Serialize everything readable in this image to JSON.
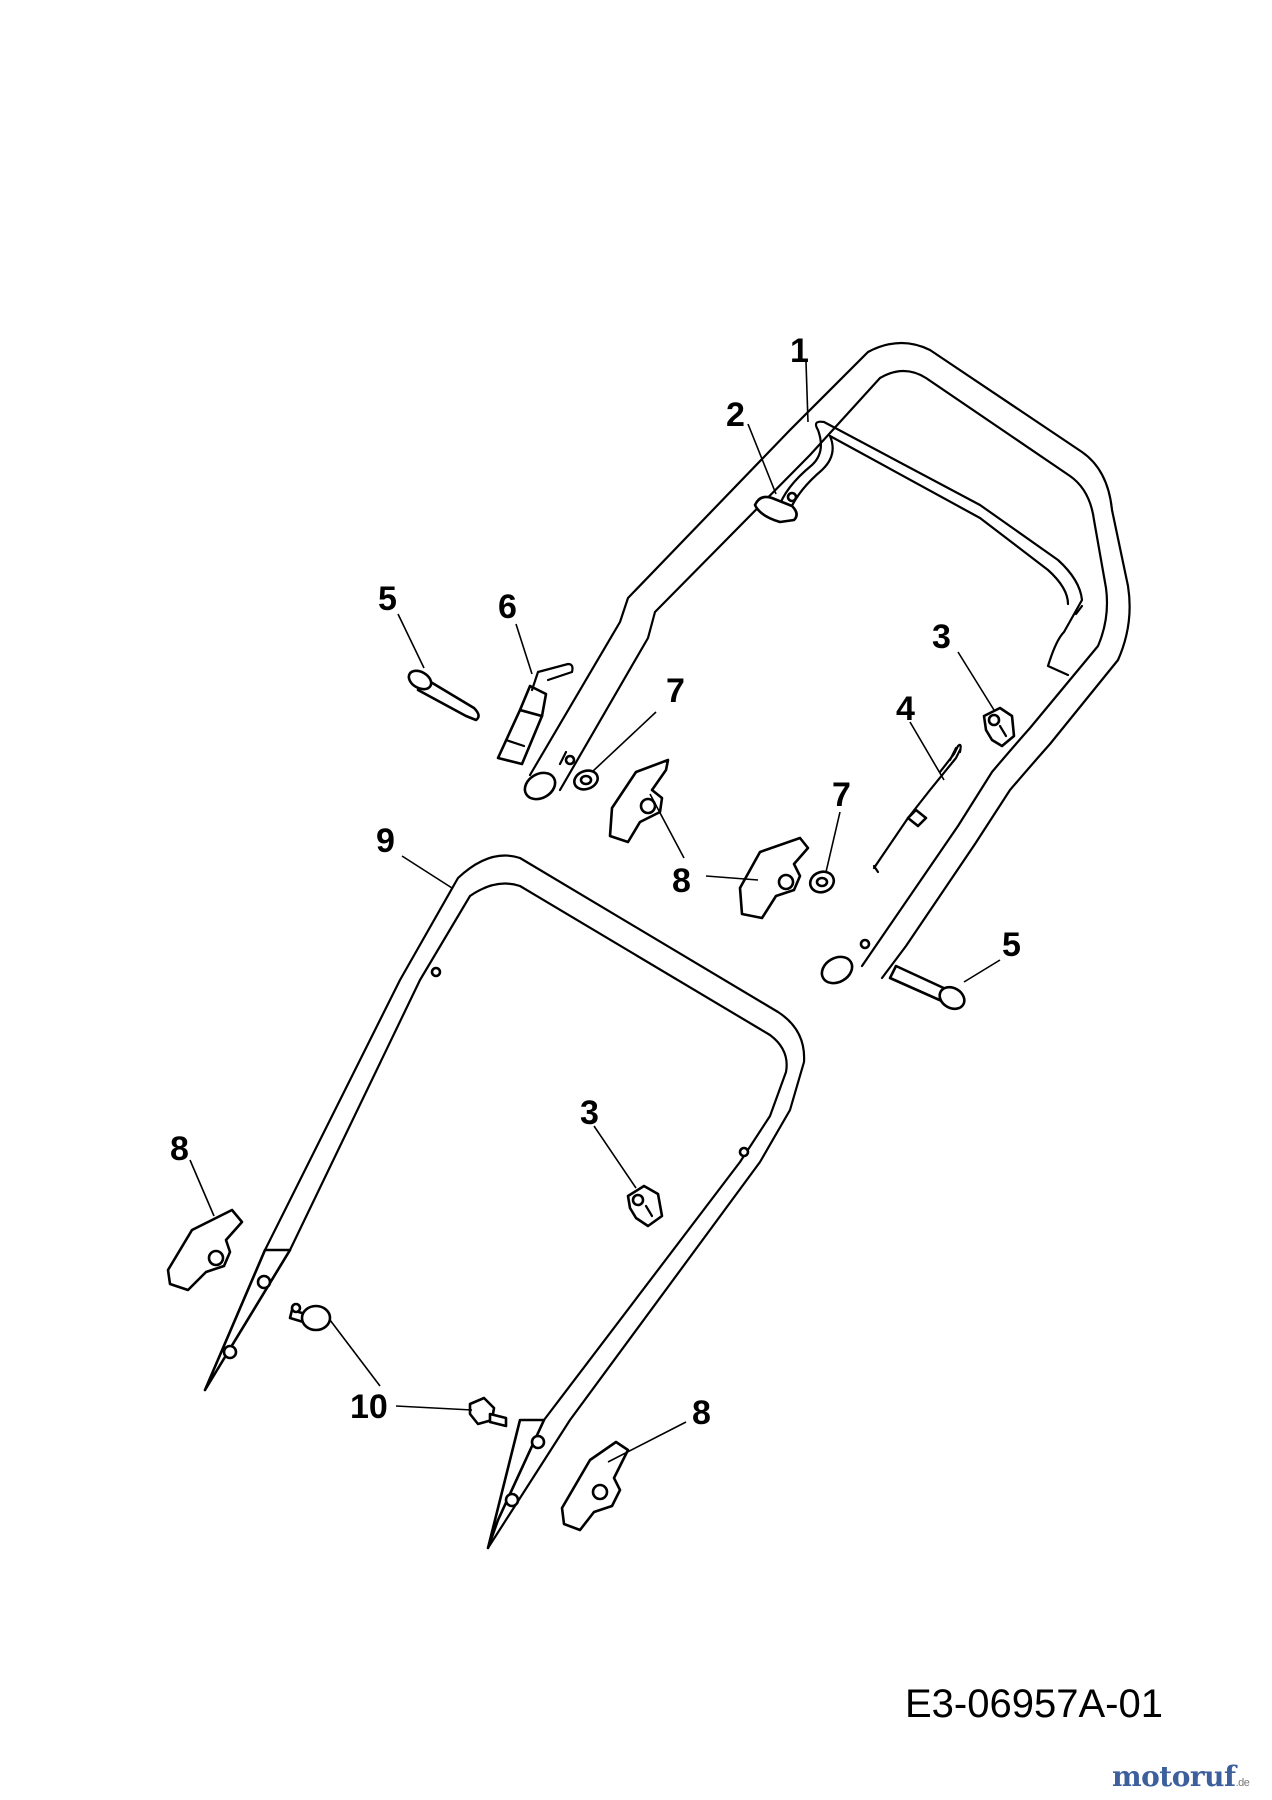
{
  "drawing_code": "E3-06957A-01",
  "watermark": {
    "brand": "motoruf",
    "tld": ".de"
  },
  "callouts": {
    "c1": "1",
    "c2": "2",
    "c3a": "3",
    "c3b": "3",
    "c4": "4",
    "c5a": "5",
    "c5b": "5",
    "c6": "6",
    "c7a": "7",
    "c7b": "7",
    "c8a": "8",
    "c8b": "8",
    "c8c": "8",
    "c9": "9",
    "c10": "10"
  }
}
